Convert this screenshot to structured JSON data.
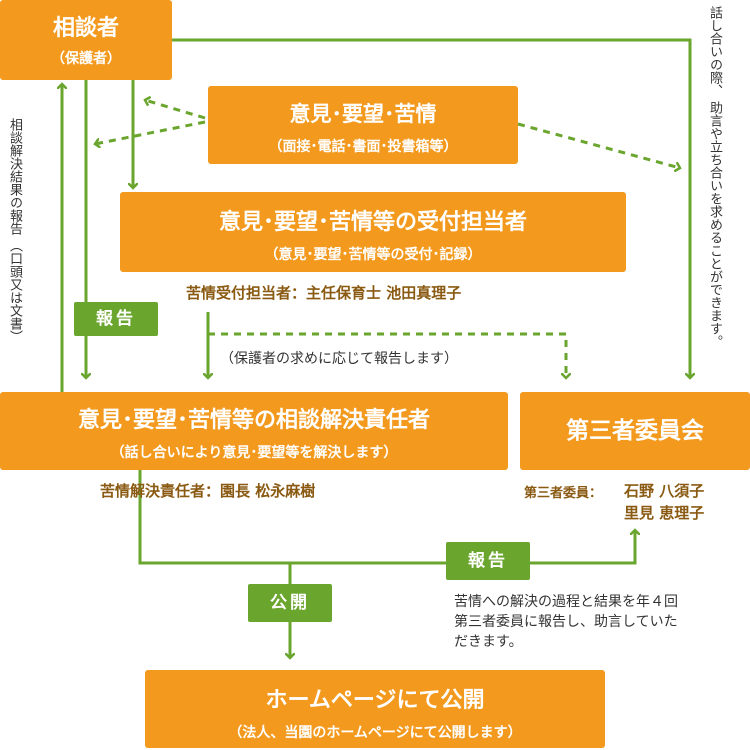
{
  "consultant": {
    "title": "相談者",
    "subtitle": "（保護者）"
  },
  "opinion": {
    "title": "意見･要望･苦情",
    "subtitle": "（面接･電話･書面･投書箱等）"
  },
  "reception": {
    "title": "意見･要望･苦情等の受付担当者",
    "subtitle": "（意見･要望･苦情等の受付･記録）",
    "person": "苦情受付担当者：主任保育士 池田真理子"
  },
  "resolver": {
    "title": "意見･要望･苦情等の相談解決責任者",
    "subtitle": "（話し合いにより意見･要望等を解決します）",
    "person": "苦情解決責任者：園長 松永麻樹"
  },
  "committee": {
    "title": "第三者委員会",
    "member_label": "第三者委員：",
    "member1": "石野 八須子",
    "member2": "里見 恵理子"
  },
  "homepage": {
    "title": "ホームページにて公開",
    "subtitle": "（法人、当園のホームページにて公開します）"
  },
  "labels": {
    "report_left": "報告",
    "report_bottom": "報告",
    "publish": "公開"
  },
  "notes": {
    "left_vertical_1": "相談解決結果の報告",
    "left_vertical_2": "（口頭又は文書）",
    "right_vertical_1": "話し合いの際、",
    "right_vertical_2": "助言や立ち合いを求めることができます。",
    "guardian_request": "（保護者の求めに応じて報告します）",
    "annual_report_1": "苦情への解決の過程と結果を年４回",
    "annual_report_2": "第三者委員に報告し、助言していた",
    "annual_report_3": "だきます。"
  },
  "colors": {
    "orange": "#f39a1e",
    "green": "#6aa52e",
    "text_brown": "#8a5a12"
  }
}
